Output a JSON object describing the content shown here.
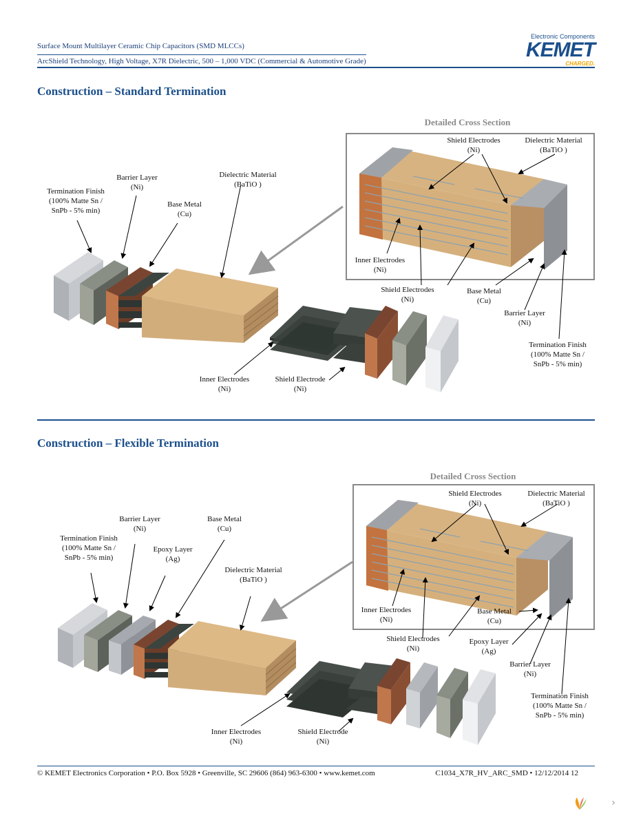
{
  "header": {
    "line1": "Surface Mount Multilayer Ceramic Chip Capacitors (SMD MLCCs)",
    "line2": "ArcShield Technology, High Voltage, X7R Dielectric, 500 – 1,000 VDC (Commercial & Automotive Grade)",
    "logo_sub": "Electronic Components",
    "logo_brand": "KEMET",
    "logo_tagline": "CHARGED."
  },
  "section1": {
    "title": "Construction – Standard Termination",
    "cross_section_title": "Detailed Cross Section",
    "labels": {
      "termination_finish": [
        "Termination Finish",
        "(100% Matte Sn /",
        "SnPb - 5% min)"
      ],
      "barrier_layer": [
        "Barrier Layer",
        "(Ni)"
      ],
      "base_metal": [
        "Base Metal",
        "(Cu)"
      ],
      "dielectric": [
        "Dielectric Material",
        "(BaTiO )"
      ],
      "inner_electrodes": [
        "Inner Electrodes",
        "(Ni)"
      ],
      "shield_electrode": [
        "Shield Electrode",
        "(Ni)"
      ],
      "cs_shield_electrodes_top": [
        "Shield Electrodes",
        "(Ni)"
      ],
      "cs_dielectric": [
        "Dielectric Material",
        "(BaTiO )"
      ],
      "cs_inner_electrodes": [
        "Inner Electrodes",
        "(Ni)"
      ],
      "cs_shield_electrodes_bottom": [
        "Shield Electrodes",
        "(Ni)"
      ],
      "cs_base_metal": [
        "Base Metal",
        "(Cu)"
      ],
      "cs_barrier_layer": [
        "Barrier Layer",
        "(Ni)"
      ],
      "cs_termination_finish": [
        "Termination Finish",
        "(100% Matte Sn /",
        "SnPb - 5% min)"
      ]
    }
  },
  "section2": {
    "title": "Construction – Flexible Termination",
    "cross_section_title": "Detailed Cross Section",
    "labels": {
      "termination_finish": [
        "Termination Finish",
        "(100% Matte Sn /",
        "SnPb - 5% min)"
      ],
      "barrier_layer": [
        "Barrier Layer",
        "(Ni)"
      ],
      "epoxy_layer": [
        "Epoxy Layer",
        "(Ag)"
      ],
      "base_metal": [
        "Base Metal",
        "(Cu)"
      ],
      "dielectric": [
        "Dielectric Material",
        "(BaTiO )"
      ],
      "inner_electrodes": [
        "Inner Electrodes",
        "(Ni)"
      ],
      "shield_electrode": [
        "Shield Electrode",
        "(Ni)"
      ],
      "cs_shield_electrodes_top": [
        "Shield Electrodes",
        "(Ni)"
      ],
      "cs_dielectric": [
        "Dielectric Material",
        "(BaTiO )"
      ],
      "cs_inner_electrodes": [
        "Inner Electrodes",
        "(Ni)"
      ],
      "cs_base_metal": [
        "Base Metal",
        "(Cu)"
      ],
      "cs_shield_electrodes_bottom": [
        "Shield Electrodes",
        "(Ni)"
      ],
      "cs_epoxy_layer": [
        "Epoxy Layer",
        "(Ag)"
      ],
      "cs_barrier_layer": [
        "Barrier Layer",
        "(Ni)"
      ],
      "cs_termination_finish": [
        "Termination Finish",
        "(100% Matte Sn /",
        "SnPb - 5% min)"
      ]
    }
  },
  "footer": {
    "left": "© KEMET Electronics Corporation • P.O. Box 5928 • Greenville, SC 29606 (864) 963-6300 • www.kemet.com",
    "right": "C1034_X7R_HV_ARC_SMD • 12/12/2014 12"
  },
  "colors": {
    "title_blue": "#1b4f8c",
    "dielectric_tan": "#d2ad7c",
    "copper": "#b86a40",
    "nickel": "#6d7369",
    "tin": "#b9bcc1",
    "electrode": "#3c4440"
  },
  "icons": [
    "logo-leaf-icon",
    "chevron-right-icon"
  ]
}
